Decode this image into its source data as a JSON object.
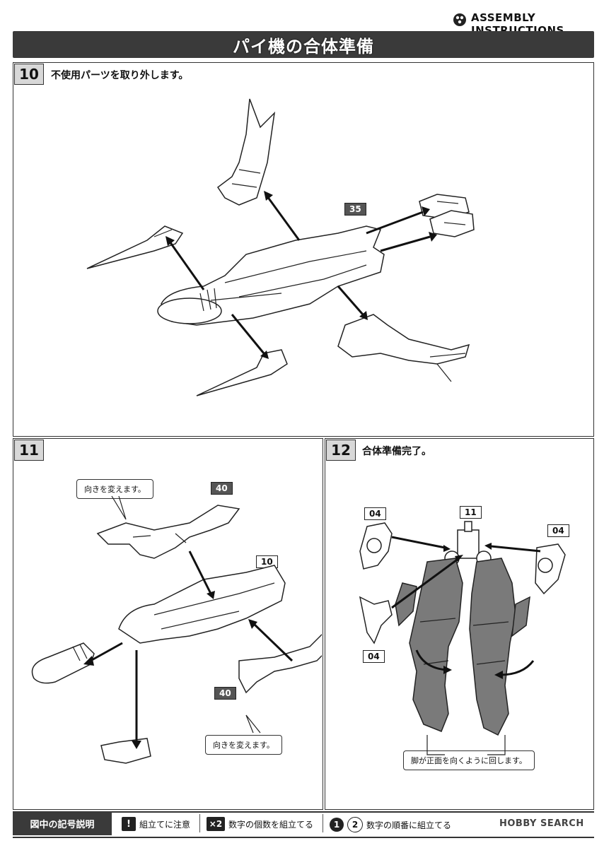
{
  "header": {
    "brand": "ASSEMBLY INSTRUCTIONS",
    "title": "パイ機の合体準備"
  },
  "steps": [
    {
      "number": "10",
      "text": "不使用パーツを取り外します。",
      "part_tags": [
        "35"
      ]
    },
    {
      "number": "11",
      "text": "",
      "part_tags": [
        "40",
        "10",
        "40"
      ],
      "callouts": [
        "向きを変えます。",
        "向きを変えます。"
      ]
    },
    {
      "number": "12",
      "text": "合体準備完了。",
      "part_tags": [
        "04",
        "11",
        "04",
        "04"
      ],
      "callouts": [
        "脚が正面を向くように回します。"
      ]
    }
  ],
  "legend": {
    "title": "図中の記号説明",
    "items": [
      {
        "symbol": "!",
        "text": "組立てに注意"
      },
      {
        "symbol": "×2",
        "text": "数字の個数を組立てる"
      },
      {
        "symbol1": "1",
        "symbol2": "2",
        "text": "数字の順番に組立てる"
      }
    ]
  },
  "watermark": "HOBBY SEARCH",
  "icons": [
    "brand-dots-icon",
    "arrow-icon",
    "caution-icon",
    "count-icon",
    "order-icon"
  ]
}
